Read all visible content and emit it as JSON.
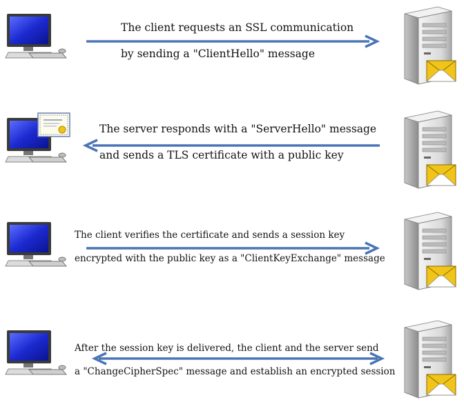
{
  "steps": [
    {
      "line1": "The client requests an SSL communication",
      "line2": "by sending a \"ClientHello\" message",
      "direction": "to-server",
      "client_icon": "computer-icon",
      "server_icon": "server-icon"
    },
    {
      "line1": "The server responds with a \"ServerHello\" message",
      "line2": "and sends a TLS certificate with a public key",
      "direction": "to-client",
      "client_icon": "computer-icon",
      "extra_icon": "certificate-icon",
      "server_icon": "server-icon"
    },
    {
      "line1": "The client verifies the certificate and sends a session key",
      "line2": "encrypted with the public key as a \"ClientKeyExchange\" message",
      "direction": "to-server",
      "client_icon": "computer-icon",
      "server_icon": "server-icon"
    },
    {
      "line1": "After the session key is delivered, the client and the server send",
      "line2": "a \"ChangeCipherSpec\" message and establish an encrypted session",
      "direction": "both",
      "client_icon": "computer-icon",
      "server_icon": "server-icon"
    }
  ],
  "colors": {
    "arrow": "#4a75b5",
    "screen": "#1f2fd4",
    "envelope": "#f0c419"
  }
}
